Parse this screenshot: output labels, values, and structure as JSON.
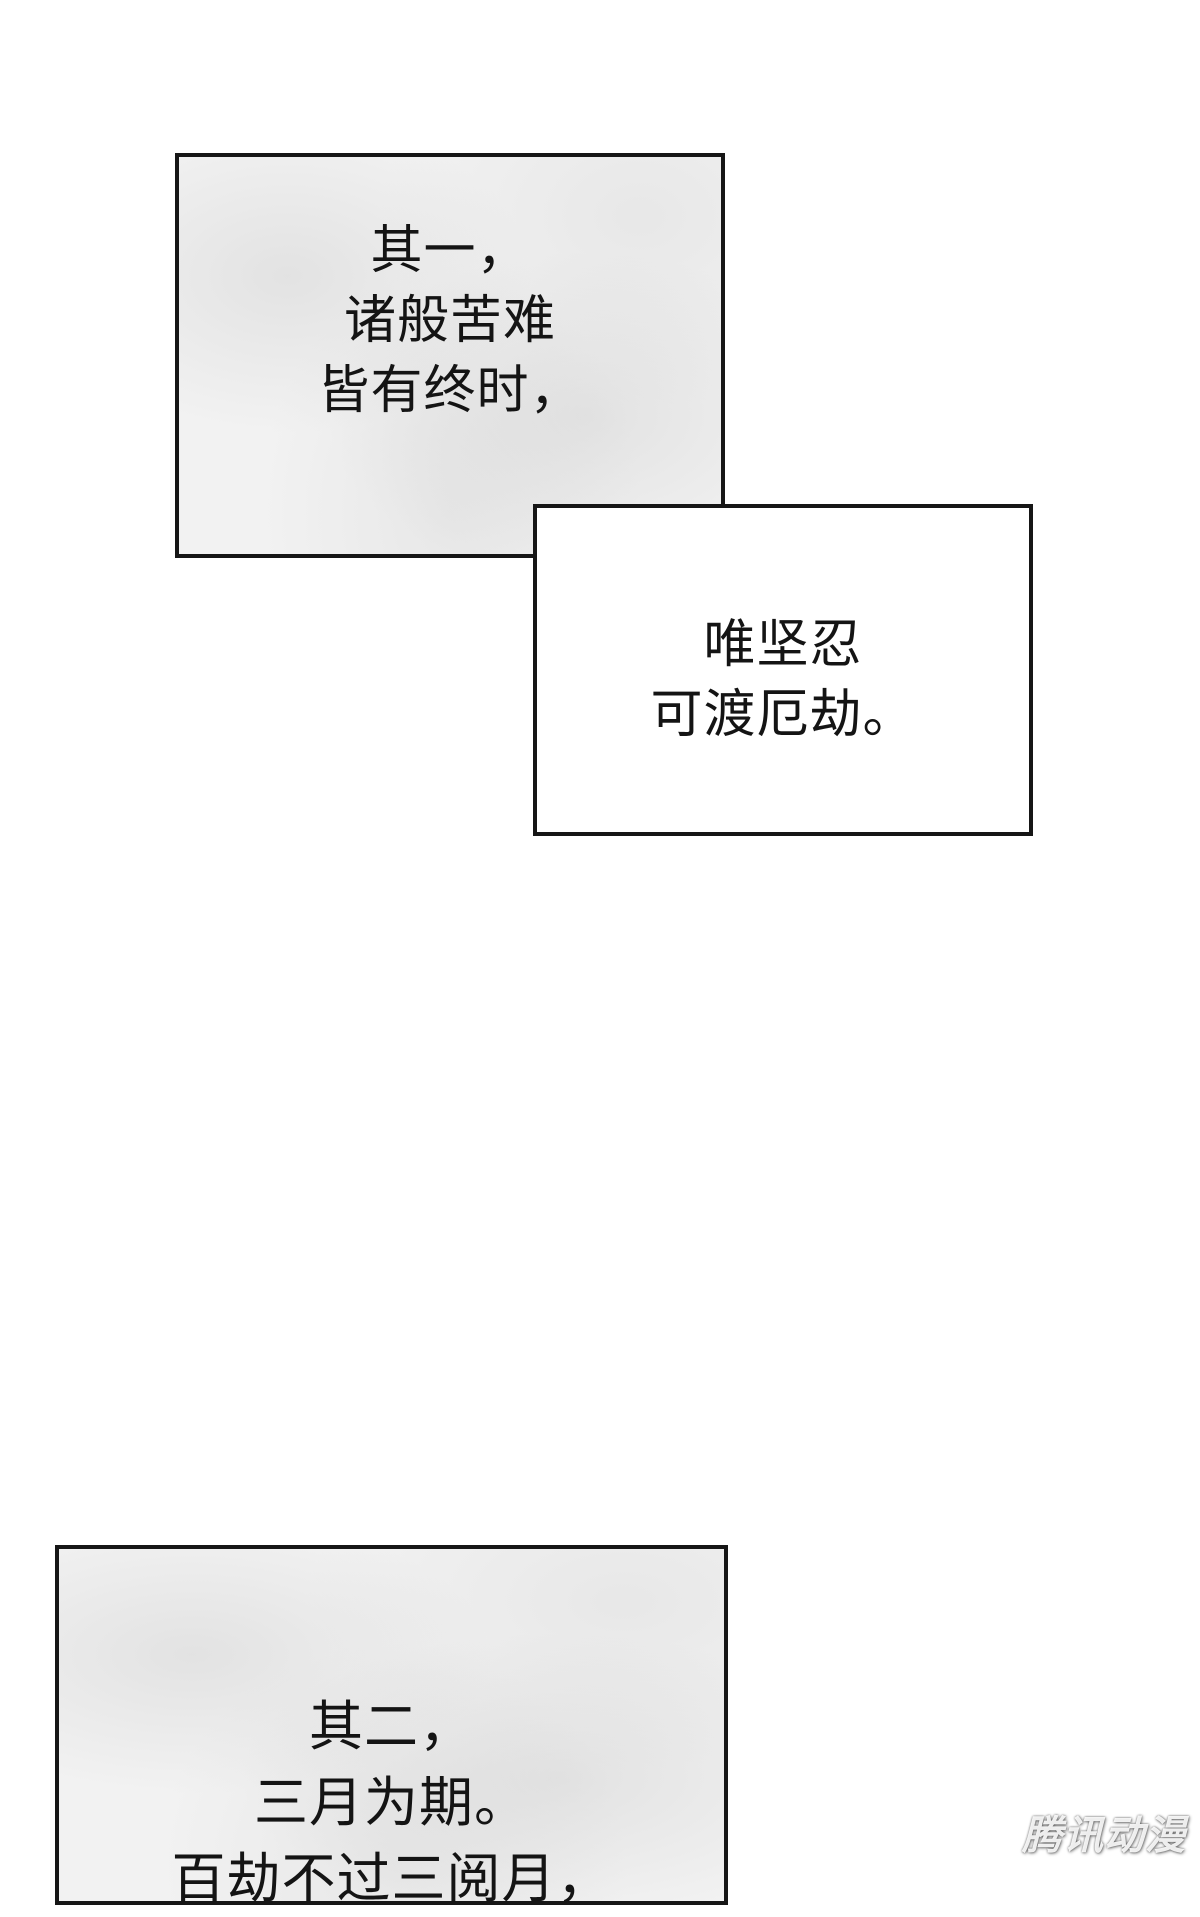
{
  "panels": [
    {
      "lines": [
        "其一，",
        "诸般苦难",
        "皆有终时，"
      ]
    },
    {
      "lines": [
        "唯坚忍",
        "可渡厄劫。"
      ]
    },
    {
      "lines": [
        "其二，",
        "三月为期。",
        "百劫不过三阅月，"
      ]
    }
  ],
  "watermark": "腾讯动漫"
}
